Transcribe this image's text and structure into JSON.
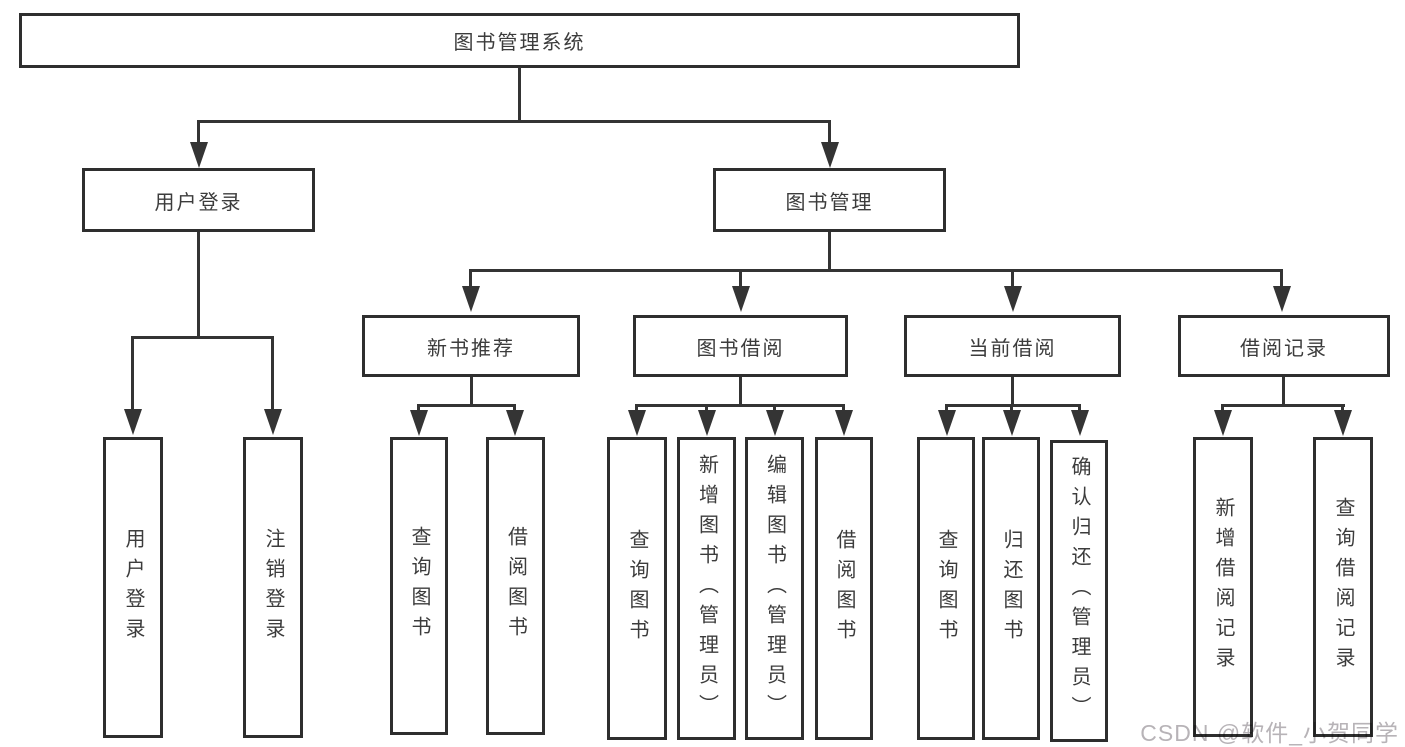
{
  "diagram_title": "图书管理系统",
  "root": {
    "label": "图书管理系统"
  },
  "branches": [
    {
      "label": "用户登录",
      "children": [
        {
          "label": "用户登录"
        },
        {
          "label": "注销登录"
        }
      ]
    },
    {
      "label": "图书管理",
      "children": [
        {
          "label": "新书推荐",
          "children": [
            {
              "label": "查询图书"
            },
            {
              "label": "借阅图书"
            }
          ]
        },
        {
          "label": "图书借阅",
          "children": [
            {
              "label": "查询图书"
            },
            {
              "label": "新增图书（管理员）"
            },
            {
              "label": "编辑图书（管理员）"
            },
            {
              "label": "借阅图书"
            }
          ]
        },
        {
          "label": "当前借阅",
          "children": [
            {
              "label": "查询图书"
            },
            {
              "label": "归还图书"
            },
            {
              "label": "确认归还（管理员）"
            }
          ]
        },
        {
          "label": "借阅记录",
          "children": [
            {
              "label": "新增借阅记录"
            },
            {
              "label": "查询借阅记录"
            }
          ]
        }
      ]
    }
  ],
  "watermark": "CSDN @软件_小贺同学",
  "colors": {
    "connector_line": "#343434",
    "box_border": "#2e2e2e",
    "text": "#3c3c3c",
    "background": "#ffffff",
    "watermark": "#b7b3b7"
  }
}
